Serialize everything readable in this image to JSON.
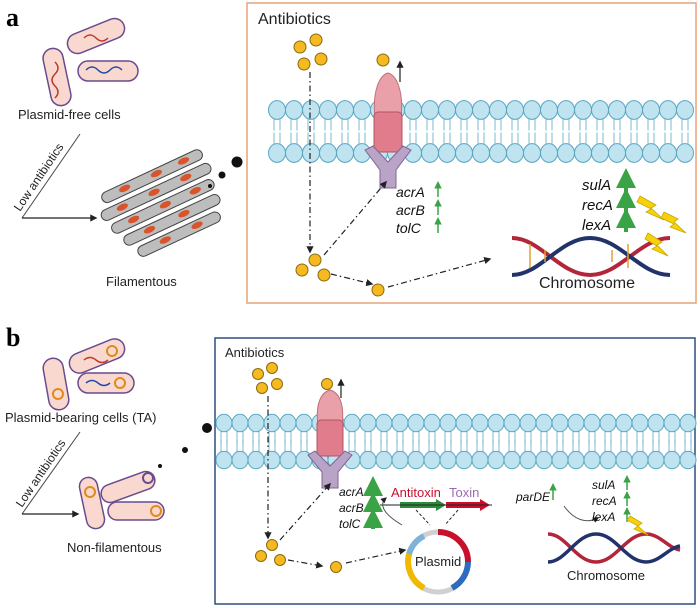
{
  "panel_a": {
    "letter": "a",
    "plasmid_free_label": "Plasmid-free cells",
    "low_antibiotics_label": "Low antibiotics",
    "filamentous_label": "Filamentous",
    "antibiotics_label": "Antibiotics",
    "pump_genes": [
      "acrA",
      "acrB",
      "tolC"
    ],
    "sos_genes": [
      "sulA",
      "recA",
      "lexA"
    ],
    "chromosome_label": "Chromosome",
    "border_color": "#e8a27a"
  },
  "panel_b": {
    "letter": "b",
    "plasmid_bearing_label": "Plasmid-bearing cells (TA)",
    "low_antibiotics_label": "Low antibiotics",
    "non_filamentous_label": "Non-filamentous",
    "antibiotics_label": "Antibiotics",
    "pump_genes": [
      "acrA",
      "acrB",
      "tolC"
    ],
    "antitoxin_label": "Antitoxin",
    "toxin_label": "Toxin",
    "pardE_label": "parDE",
    "plasmid_label": "Plasmid",
    "sos_genes": [
      "sulA",
      "recA",
      "lexA"
    ],
    "chromosome_label": "Chromosome",
    "border_color": "#2f4f7a"
  },
  "colors": {
    "membrane": "#bfe3ef",
    "membrane_edge": "#5aa7c4",
    "antibiotic": "#f6b91f",
    "pump_pink": "#e9a0a8",
    "pump_purple": "#b9a3c7",
    "up_arrow": "#3aa346",
    "antitoxin": "#c8102e",
    "toxin": "#9b6bb0",
    "dna_red": "#b3263a",
    "dna_blue": "#22336b",
    "lightning": "#f5d20a"
  }
}
